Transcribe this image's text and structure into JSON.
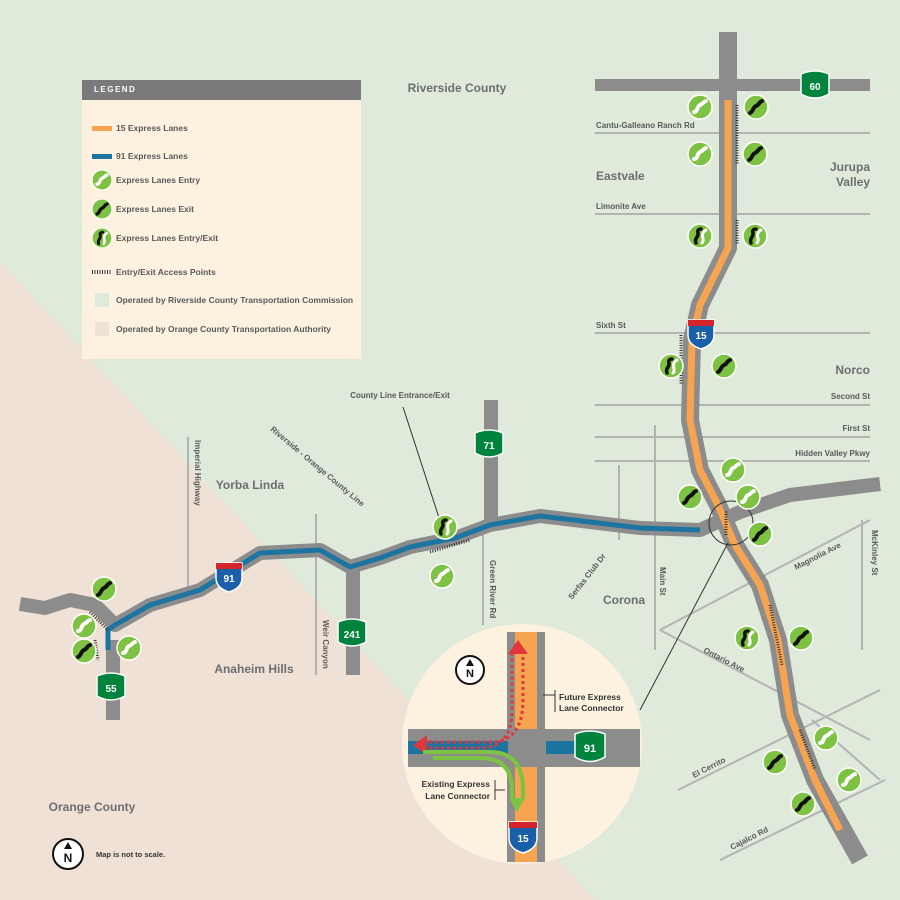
{
  "legend": {
    "title": "LEGEND",
    "items": [
      {
        "key": "i15",
        "label": "15 Express Lanes",
        "color": "#f7a450"
      },
      {
        "key": "i91",
        "label": "91 Express Lanes",
        "color": "#1b75a0"
      },
      {
        "key": "entry",
        "label": "Express Lanes Entry",
        "icon": "entry-icon"
      },
      {
        "key": "exit",
        "label": "Express Lanes Exit",
        "icon": "exit-icon"
      },
      {
        "key": "entryexit",
        "label": "Express Lanes Entry/Exit",
        "icon": "entry-exit-icon"
      },
      {
        "key": "access",
        "label": "Entry/Exit Access Points",
        "icon": "access-points-icon"
      },
      {
        "key": "rctc",
        "label": "Operated by Riverside County Transportation Commission",
        "color": "#dfeadb"
      },
      {
        "key": "octa",
        "label": "Operated by Orange County Transportation Authority",
        "color": "#efe1d5"
      }
    ]
  },
  "regions": {
    "riverside": "Riverside County",
    "orange": "Orange County",
    "eastvale": "Eastvale",
    "jurupa_1": "Jurupa",
    "jurupa_2": "Valley",
    "norco": "Norco",
    "corona": "Corona",
    "yorba": "Yorba Linda",
    "anaheim": "Anaheim Hills",
    "county_line": "Riverside - Orange County Line"
  },
  "streets": {
    "cantu": "Cantu-Galleano Ranch Rd",
    "limonite": "Limonite Ave",
    "sixth": "Sixth St",
    "second": "Second St",
    "first": "First St",
    "hidden": "Hidden Valley Pkwy",
    "magnolia": "Magnolia Ave",
    "mckinley": "McKinley St",
    "serfas": "Serfas Club Dr",
    "main": "Main St",
    "ontario": "Ontario Ave",
    "elcerrito": "El Cerrito",
    "cajalco": "Cajalco Rd",
    "imperial": "Imperial Highway",
    "weir": "Weir Canyon",
    "green": "Green River Rd"
  },
  "shields": {
    "i15": "15",
    "i91": "91",
    "sr60": "60",
    "sr71": "71",
    "sr241": "241",
    "sr55": "55",
    "inset_91": "91",
    "inset_15": "15"
  },
  "callouts": {
    "county_line_entrance": "County Line Entrance/Exit"
  },
  "inset": {
    "future_1": "Future Express",
    "future_2": "Lane Connector",
    "existing_1": "Existing Express",
    "existing_2": "Lane Connector"
  },
  "north": "N",
  "note": "Map is not to scale.",
  "colors": {
    "riverside_bg": "#dfeadb",
    "orange_bg": "#efe1d5",
    "freeway": "#8c8c8c",
    "express_15": "#f7a450",
    "express_91": "#1b75a0",
    "icon_green": "#7dc242",
    "shield_green": "#00843d",
    "interstate_blue": "#1b5fa8",
    "interstate_red": "#d5242b"
  }
}
